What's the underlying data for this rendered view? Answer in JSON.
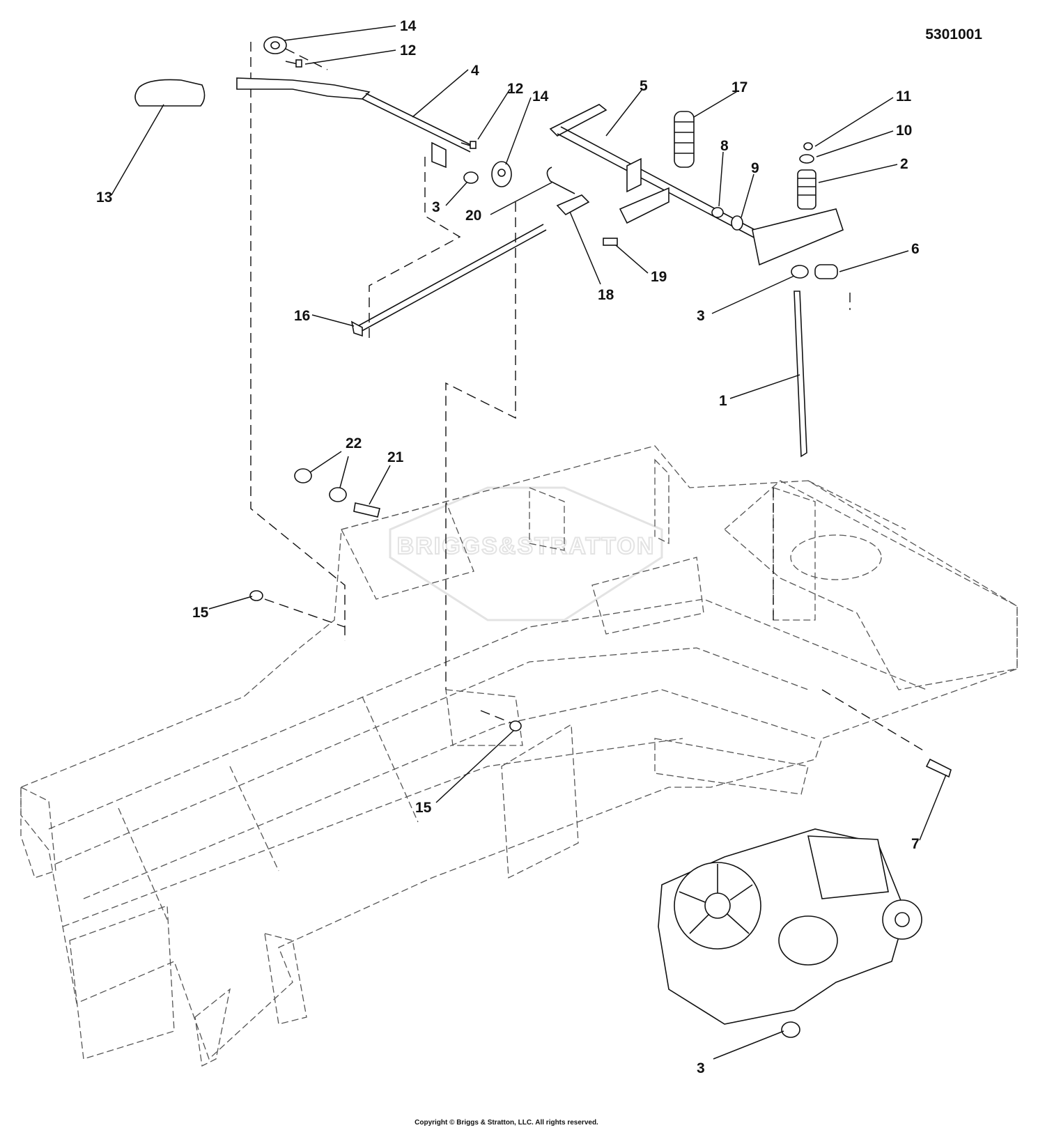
{
  "drawing_code": "5301001",
  "copyright": "Copyright © Briggs & Stratton, LLC. All rights reserved.",
  "watermark": "BRIGGS&STRATTON",
  "callouts": [
    {
      "label": "14"
    },
    {
      "label": "12"
    },
    {
      "label": "4"
    },
    {
      "label": "12"
    },
    {
      "label": "14"
    },
    {
      "label": "5"
    },
    {
      "label": "17"
    },
    {
      "label": "11"
    },
    {
      "label": "10"
    },
    {
      "label": "2"
    },
    {
      "label": "8"
    },
    {
      "label": "9"
    },
    {
      "label": "13"
    },
    {
      "label": "3"
    },
    {
      "label": "20"
    },
    {
      "label": "6"
    },
    {
      "label": "19"
    },
    {
      "label": "18"
    },
    {
      "label": "3"
    },
    {
      "label": "16"
    },
    {
      "label": "1"
    },
    {
      "label": "22"
    },
    {
      "label": "21"
    },
    {
      "label": "15"
    },
    {
      "label": "15"
    },
    {
      "label": "7"
    },
    {
      "label": "3"
    }
  ]
}
